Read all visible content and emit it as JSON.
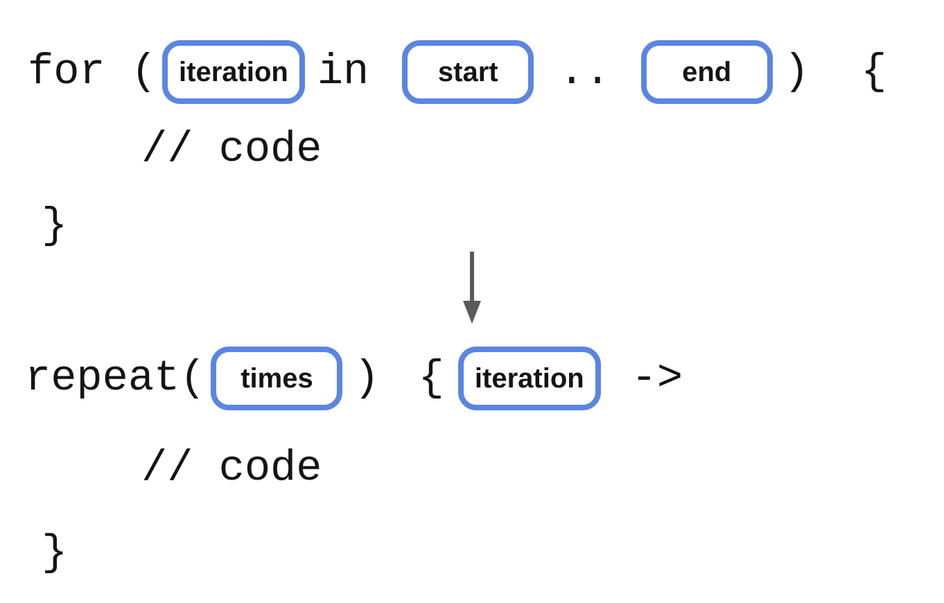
{
  "palette": {
    "background": "#ffffff",
    "code_text": "#141414",
    "pill_border": "#5b85e2",
    "pill_fill": "#ffffff",
    "label_text": "#141414",
    "arrow_color": "#58595b"
  },
  "before_block": {
    "keyword_open": "for (",
    "pill_iteration": "iteration",
    "keyword_in": "in",
    "pill_start": "start",
    "range_operator": "..",
    "pill_end": "end",
    "close_paren_brace": ")  {",
    "body_comment": "// code",
    "closing_brace": "}"
  },
  "transform": {
    "arrow_icon": "down-arrow"
  },
  "after_block": {
    "keyword_open": "repeat(",
    "pill_times": "times",
    "close_paren": ")",
    "open_brace": "{",
    "pill_iteration": "iteration",
    "lambda_arrow": "->",
    "body_comment": "// code",
    "closing_brace": "}"
  }
}
